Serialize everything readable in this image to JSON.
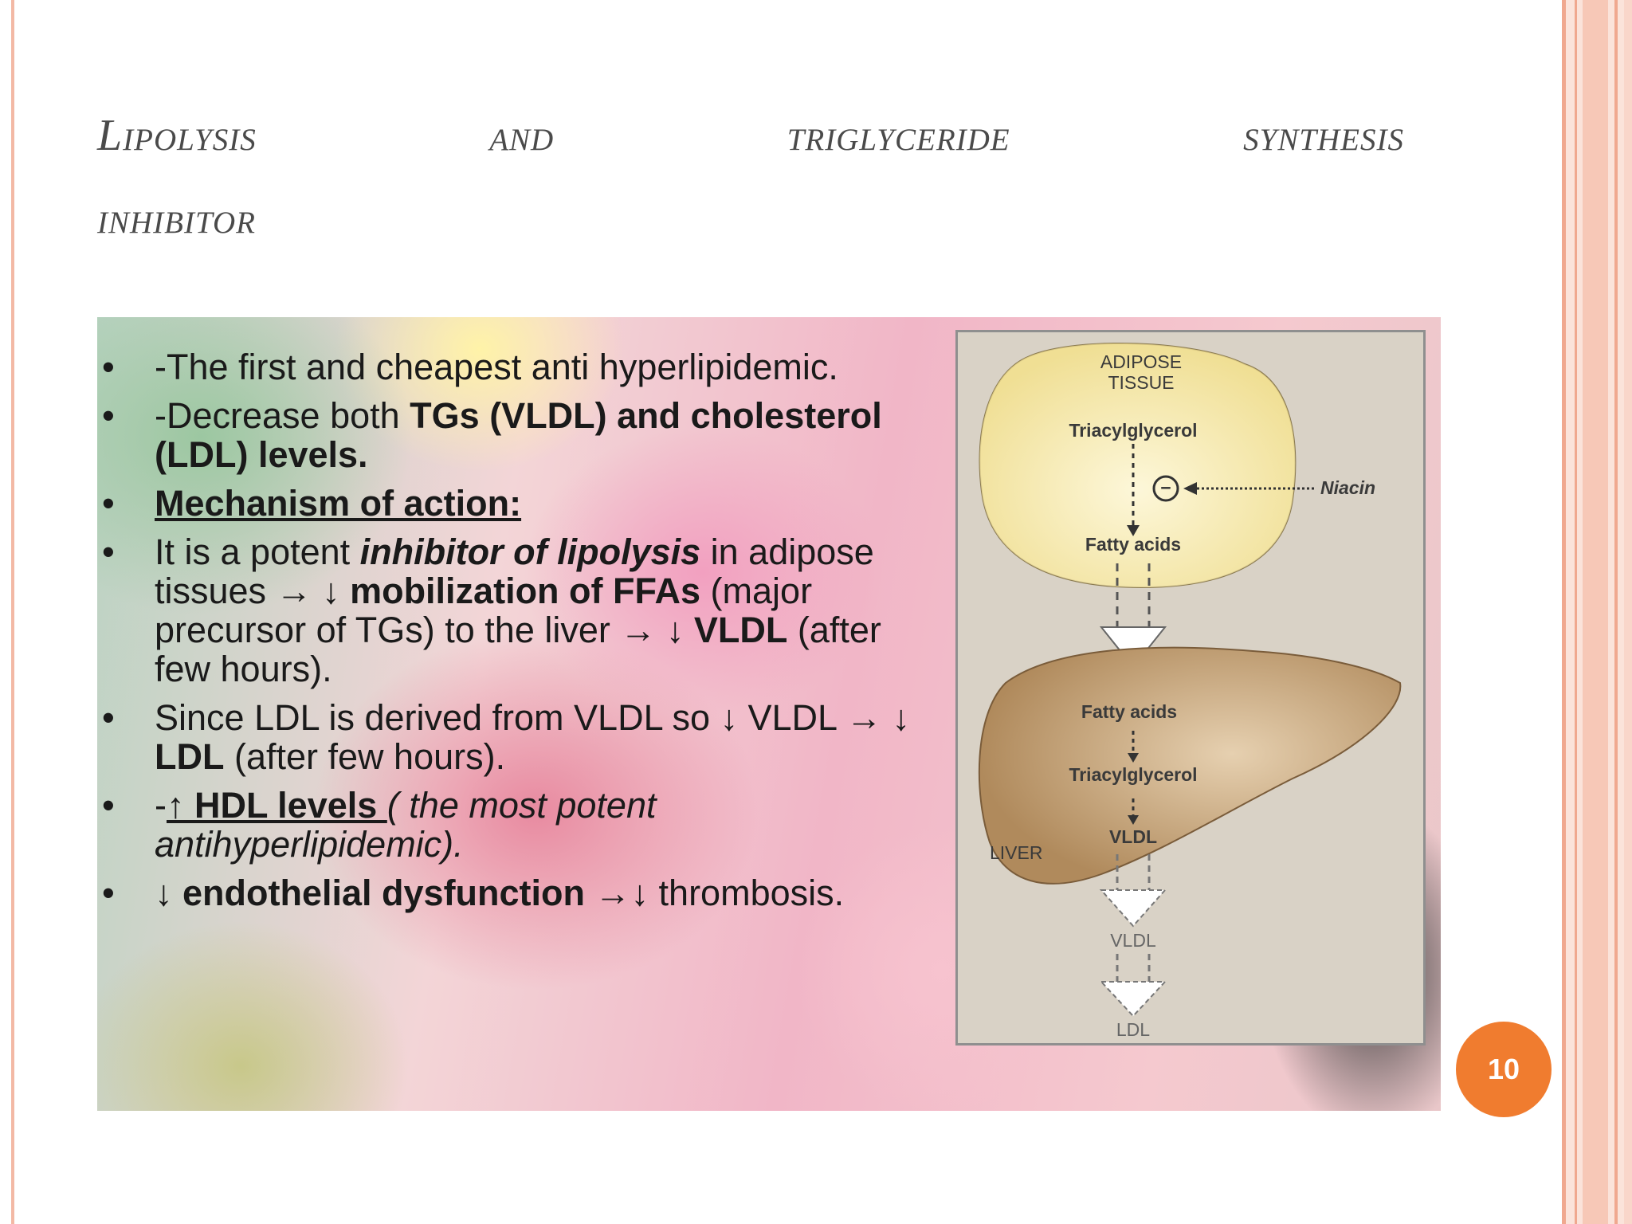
{
  "slide": {
    "title_words": [
      "Lipolysis",
      "and",
      "triglyceride",
      "synthesis"
    ],
    "title_line2": "inhibitor",
    "page_number": "10"
  },
  "bullets": {
    "b1": "-The first and cheapest anti hyperlipidemic.",
    "b2_a": "-Decrease both ",
    "b2_b": "TGs (VLDL) and cholesterol (LDL) levels.",
    "b3": "Mechanism of action:",
    "b4_a": "It is a potent ",
    "b4_b": "inhibitor of lipolysis",
    "b4_c": " in adipose tissues → ↓ ",
    "b4_d": "mobilization of FFAs",
    "b4_e": " (major precursor of TGs) to the liver → ↓ ",
    "b4_f": "VLDL",
    "b4_g": " (after few hours).",
    "b5_a": "Since LDL is derived from VLDL so ↓ VLDL  → ↓ ",
    "b5_b": "LDL",
    "b5_c": " (after few hours).",
    "b6_a": "-",
    "b6_b": "↑ HDL levels ",
    "b6_c": " ( the most potent antihyperlipidemic).",
    "b7_a": "↓ endothelial dysfunction",
    "b7_b": " →↓ thrombosis."
  },
  "diagram": {
    "adipose_label": "ADIPOSE TISSUE",
    "triacylglycerol_top": "Triacylglycerol",
    "fatty_acids_top": "Fatty acids",
    "inhibit_symbol": "−",
    "niacin": "Niacin",
    "fatty_acids_liver": "Fatty acids",
    "triacylglycerol_liver": "Triacylglycerol",
    "vldl_liver": "VLDL",
    "liver_label": "LIVER",
    "vldl_out": "VLDL",
    "ldl_out": "LDL",
    "colors": {
      "adipose": "#f4e7a6",
      "liver": "#b9966a",
      "background": "#d9d2c6"
    }
  }
}
